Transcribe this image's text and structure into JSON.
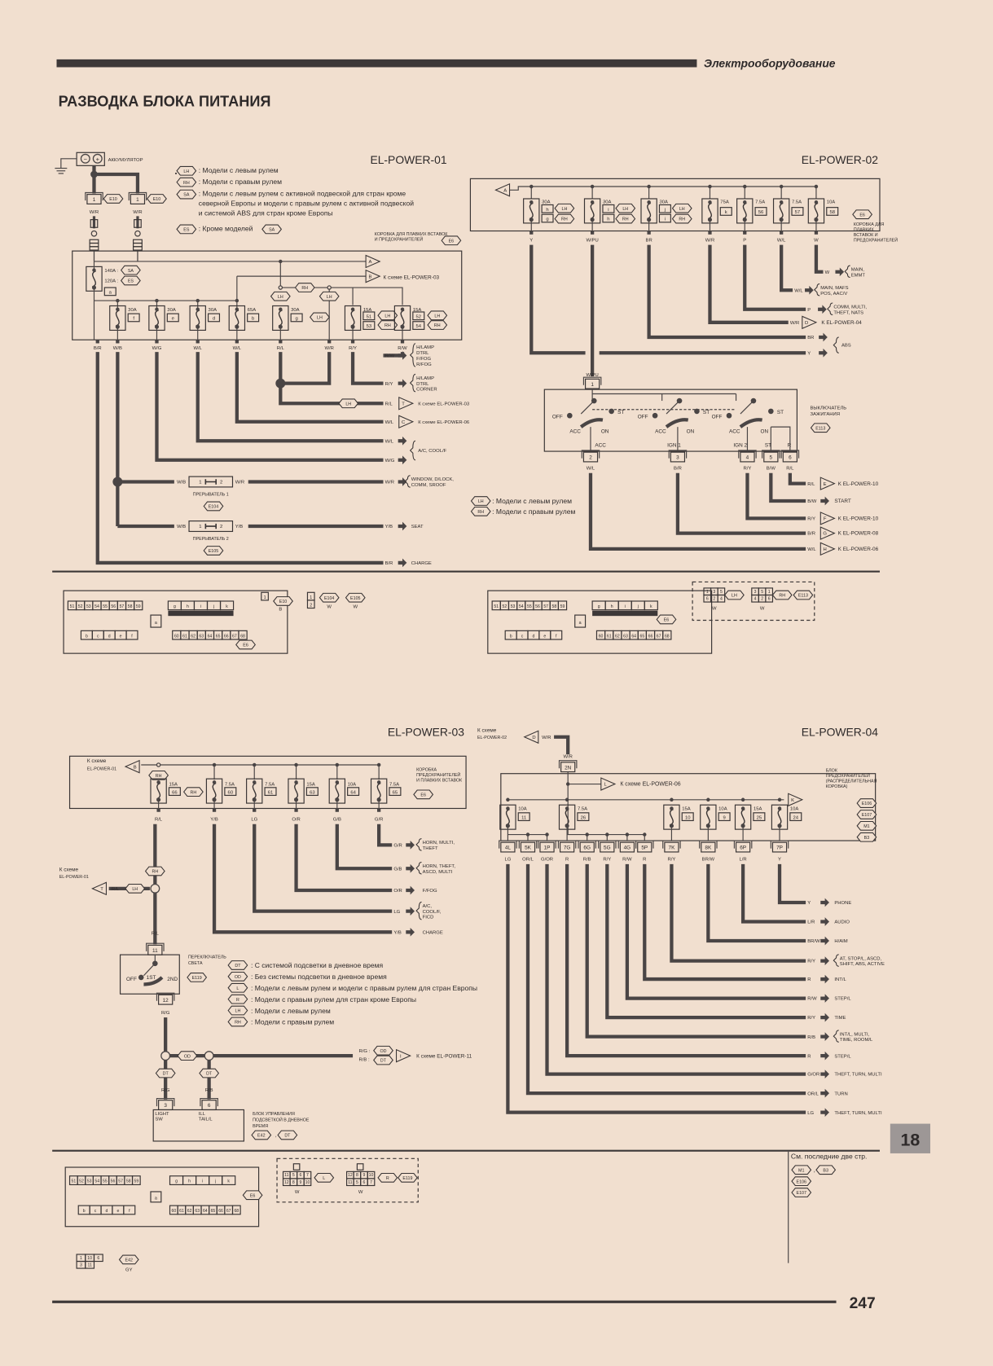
{
  "header": {
    "section": "Электрооборудование",
    "title": "РАЗВОДКА БЛОКА ПИТАНИЯ",
    "page_number": "247",
    "chapter_tab": "18"
  },
  "p01": {
    "title": "EL-POWER-01",
    "battery": "АККУМУЛЯТОР",
    "battery_neg": "−",
    "battery_pos": "+",
    "e10": "E10",
    "pin1": "1",
    "wire_wr": "W/R",
    "legend": [
      {
        "tag": "LH",
        "lines": [
          ": Модели с левым рулем"
        ]
      },
      {
        "tag": "RH",
        "lines": [
          ": Модели с правым рулем"
        ]
      },
      {
        "tag": "SA",
        "lines": [
          ": Модели с левым рулем с активной подвеской для стран кроме",
          "северной Европы и модели с правым рулем с активной подвеской",
          "и системой ABS для стран кроме Европы"
        ]
      },
      {
        "tag": "ES",
        "lines": [
          ": Кроме моделей"
        ],
        "tag2": "SA"
      }
    ],
    "fusebox": [
      "КОРОБКА ДЛЯ ПЛАВКИХ ВСТАВОК",
      "И ПРЕДОХРАНИТЕЛЕЙ"
    ],
    "fusebox_id": "E6",
    "main_fuse": {
      "amp1": "140A :",
      "tag1": "SA",
      "amp2": "120A :",
      "tag2": "ES",
      "id": "a"
    },
    "flag_a": "A",
    "flag_b": "B",
    "to_p03": "К схеме EL-POWER-03",
    "rh": "RH",
    "lh": "LH",
    "fuses": [
      {
        "amp": "30A",
        "id": "f"
      },
      {
        "amp": "30A",
        "id": "e"
      },
      {
        "amp": "30A",
        "id": "d"
      },
      {
        "amp": "65A",
        "id": "b"
      },
      {
        "amp": "30A",
        "id": "g",
        "tag": "LH"
      },
      {
        "amp": "15A",
        "id": "51",
        "id2": "53",
        "tag": "LH",
        "tag2": "RH"
      },
      {
        "amp": "15A",
        "id": "52",
        "id2": "54",
        "tag": "LH",
        "tag2": "RH"
      }
    ],
    "wires": [
      "B/R",
      "W/B",
      "W/G",
      "W/L",
      "W/L",
      "R/L",
      "W/R",
      "R/Y",
      "R/W"
    ],
    "outputs": [
      {
        "wire": "R/W",
        "dest": [
          "H/LAMP",
          "DTRL",
          "F/FOG",
          "R/FOG"
        ]
      },
      {
        "wire": "R/Y",
        "dest": [
          "H/LAMP",
          "DTRL",
          "CORNER"
        ]
      },
      {
        "wire": "R/L",
        "flag": "T",
        "tag": "LH",
        "dest": [
          "К схеме EL-POWER-03"
        ]
      },
      {
        "wire": "W/L",
        "flag": "C",
        "dest": [
          "К схеме EL-POWER-06"
        ]
      },
      {
        "wire": "W/L",
        "dest": [
          "A/C, COOL/F"
        ]
      },
      {
        "wire": "W/G",
        "dest": []
      },
      {
        "wire": "W/R",
        "dest": [
          "WINDOW, D/LOCK,",
          "COMM, SROOF"
        ]
      },
      {
        "wire": "Y/B",
        "dest": [
          "SEAT"
        ]
      },
      {
        "wire": "B/R",
        "dest": [
          "CHARGE"
        ]
      }
    ],
    "breakers": [
      {
        "label": "ПРЕРЫВАТЕЛЬ 1",
        "id": "E104",
        "in": "W/B",
        "out": "W/R",
        "p1": "1",
        "p2": "2"
      },
      {
        "label": "ПРЕРЫВАТЕЛЬ 2",
        "id": "E105",
        "in": "W/B",
        "out": "Y/B",
        "p1": "1",
        "p2": "2"
      }
    ]
  },
  "p02": {
    "title": "EL-POWER-02",
    "flag_a": "A",
    "fuses": [
      {
        "amp": "30A",
        "id": "h",
        "id2": "g",
        "tag": "LH",
        "tag2": "RH"
      },
      {
        "amp": "30A",
        "id": "i",
        "id2": "h",
        "tag": "LH",
        "tag2": "RH"
      },
      {
        "amp": "30A",
        "id": "j",
        "id2": "i",
        "tag": "LH",
        "tag2": "RH"
      },
      {
        "amp": "75A",
        "id": "k"
      },
      {
        "amp": "7.5A",
        "id": "56"
      },
      {
        "amp": "7.5A",
        "id": "57"
      },
      {
        "amp": "10A",
        "id": "58"
      }
    ],
    "fusebox_id": "E6",
    "fusebox": [
      "КОРОБКА ДЛЯ",
      "ПЛАВКИХ",
      "ВСТАВОК И",
      "ПРЕДОХРАНИТЕЛЕЙ"
    ],
    "wires": [
      "Y",
      "W/PU",
      "BR",
      "W/R",
      "P",
      "W/L",
      "W"
    ],
    "outputs": [
      {
        "wire": "W",
        "dest": [
          "MAIN,",
          "EMMT"
        ]
      },
      {
        "wire": "W/L",
        "dest": [
          "MAIN, MAFS",
          "POS, AAC/V"
        ]
      },
      {
        "wire": "P",
        "dest": [
          "COMM, MULTI,",
          "THEFT, NATS"
        ]
      },
      {
        "wire": "W/R",
        "flag": "D",
        "dest": [
          "K EL-POWER-04"
        ]
      },
      {
        "wire": "BR",
        "dest": [
          "ABS"
        ]
      },
      {
        "wire": "Y",
        "dest": []
      }
    ],
    "switch": {
      "label": [
        "ВЫКЛЮЧАТЕЛЬ",
        "ЗАЖИГАНИЯ"
      ],
      "id": "E113",
      "in_pin": "1",
      "in_wire": "W/PU",
      "positions": [
        "OFF",
        "ACC",
        "ON",
        "ST"
      ],
      "terminals": [
        "ACC",
        "IGN 1",
        "IGN 2",
        "ST",
        "R"
      ],
      "pins": [
        "2",
        "3",
        "4",
        "5",
        "6"
      ],
      "pin_wires": [
        "W/L",
        "B/R",
        "R/Y",
        "B/W",
        "R/L"
      ]
    },
    "sw_outputs": [
      {
        "wire": "R/L",
        "flag": "E",
        "dest": "K EL-POWER-10"
      },
      {
        "wire": "B/W",
        "dest": "START"
      },
      {
        "wire": "R/Y",
        "flag": "F",
        "dest": "K EL-POWER-10"
      },
      {
        "wire": "B/R",
        "flag": "G",
        "dest": "K EL-POWER-08"
      },
      {
        "wire": "W/L",
        "flag": "H",
        "dest": "K EL-POWER-06"
      }
    ],
    "legend": [
      {
        "tag": "LH",
        "text": ": Модели с левым рулем"
      },
      {
        "tag": "RH",
        "text": ": Модели с правым рулем"
      }
    ]
  },
  "conn_top": {
    "e6_row_top": [
      "51",
      "52",
      "53",
      "54",
      "55",
      "56",
      "57",
      "58",
      "59"
    ],
    "e6_letters_top": [
      "g",
      "h",
      "i",
      "j",
      "k"
    ],
    "e6_center": "a",
    "e6_letters_bottom": [
      "b",
      "c",
      "d",
      "e",
      "f"
    ],
    "e6_row_bottom": [
      "60",
      "61",
      "62",
      "63",
      "64",
      "65",
      "66",
      "67",
      "68"
    ],
    "e6_id": "E6",
    "e10": {
      "pin": "1",
      "id": "E10",
      "color": "B"
    },
    "e104": {
      "pin": "1",
      "id": "E104",
      "color": "W"
    },
    "e105": {
      "pin": "2",
      "id": "E105",
      "color": "W"
    },
    "e113": {
      "lh_top": [
        "1",
        "3",
        "5"
      ],
      "lh_bottom": [
        "6",
        "2",
        "4"
      ],
      "rh_top": [
        "3",
        "5",
        "1"
      ],
      "rh_bottom": [
        "4",
        "2",
        "6"
      ],
      "color": "W",
      "lh": "LH",
      "rh": "RH",
      "id": "E113"
    }
  },
  "p03": {
    "title": "EL-POWER-03",
    "to_p01": [
      "К схеме",
      "EL-POWER-01"
    ],
    "flag_b": "B",
    "rh": "RH",
    "lh": "LH",
    "fuses": [
      {
        "amp": "15A",
        "id": "66",
        "tag": "RH"
      },
      {
        "amp": "7.5A",
        "id": "60"
      },
      {
        "amp": "7.5A",
        "id": "61"
      },
      {
        "amp": "15A",
        "id": "63"
      },
      {
        "amp": "10A",
        "id": "64"
      },
      {
        "amp": "7.5A",
        "id": "65"
      }
    ],
    "fusebox": [
      "КОРОБКА",
      "ПРЕДОХРАНИТЕЛЕЙ",
      "И ПЛАВКИХ ВСТАВОК"
    ],
    "fusebox_id": "E6",
    "wires": [
      "R/L",
      "Y/B",
      "LG",
      "O/R",
      "G/B",
      "G/R"
    ],
    "outputs": [
      {
        "wire": "G/R",
        "dest": [
          "HORN, MULTI,",
          "THEFT"
        ]
      },
      {
        "wire": "G/B",
        "dest": [
          "HORN, THEFT,",
          "ASCD, MULTI"
        ]
      },
      {
        "wire": "O/R",
        "dest": [
          "F/FOG"
        ]
      },
      {
        "wire": "LG",
        "dest": [
          "A/C,",
          "COOL/F,",
          "FICD"
        ]
      },
      {
        "wire": "Y/B",
        "dest": [
          "CHARGE"
        ]
      }
    ],
    "branch": {
      "to": [
        "К схеме",
        "EL-POWER-01"
      ],
      "flag": "T",
      "wire": "R/L",
      "tag": "LH"
    },
    "light_switch": {
      "label": [
        "ПЕРЕКЛЮЧАТЕЛЬ",
        "СВЕТА"
      ],
      "id": "E119",
      "pin_in": "11",
      "pin_out": "12",
      "positions": [
        "OFF",
        "1ST",
        "2ND"
      ],
      "wire_out": "R/G"
    },
    "legend": [
      {
        "tag": "DT",
        "text": ": С системой подсветки в дневное время"
      },
      {
        "tag": "OD",
        "text": ": Без системы подсветки в дневное время"
      },
      {
        "tag": "L",
        "text": ": Модели с левым рулем и модели с правым рулем для стран Европы"
      },
      {
        "tag": "R",
        "text": ": Модели с правым рулем для стран кроме Европы"
      },
      {
        "tag": "LH",
        "text": ": Модели с левым рулем"
      },
      {
        "tag": "RH",
        "text": ": Модели с правым рулем"
      }
    ],
    "od": "OD",
    "dt": "DT",
    "to_p11": {
      "line1": "R/G :",
      "line2": "R/B :",
      "tag1": "OD",
      "tag2": "DT",
      "flag": "I",
      "dest": "К схеме EL-POWER-11"
    },
    "module": {
      "pins": [
        "3",
        "6"
      ],
      "wires": [
        "R/G",
        "R/B"
      ],
      "terms": [
        [
          "LIGHT",
          "SW"
        ],
        [
          "ILL",
          "TAIL/L"
        ]
      ],
      "label": [
        "БЛОК УПРАВЛЕНИЯ",
        "ПОДСВЕТКОЙ В ДНЕВНОЕ",
        "ВРЕМЯ"
      ],
      "id": "E42",
      "tag": "DT"
    }
  },
  "conn_bottom": {
    "e119": {
      "top_pin": "",
      "l_top": [
        "11",
        "5",
        "6",
        "7"
      ],
      "l_bottom": [
        "12",
        "8",
        "9",
        "10"
      ],
      "r_top": [
        "12",
        "8",
        "9",
        "10"
      ],
      "r_bottom": [
        "11",
        "5",
        "6",
        "7"
      ],
      "color": "W",
      "l": "L",
      "r": "R",
      "id": "E119"
    },
    "e42": {
      "top": [
        "1",
        "10",
        "6"
      ],
      "bottom": [
        "3",
        "11"
      ],
      "id": "E42",
      "color": "GY"
    }
  },
  "p04": {
    "title": "EL-POWER-04",
    "from_p02": [
      "К схеме",
      "EL-POWER-02"
    ],
    "flag_d": "D",
    "in_wire": "W/R",
    "in_pin": "2N",
    "to_p06": "К схеме EL-POWER-06",
    "flag_l": "L",
    "flag_k": "K",
    "fusebox": [
      "БЛОК",
      "ПРЕДОХРАНИТЕЛЕЙ",
      "(РАСПРЕДЕЛИТЕЛЬНАЯ",
      "КОРОБКА)"
    ],
    "fusebox_ids": [
      "E106",
      "E107",
      "M1",
      "B3"
    ],
    "fuses": [
      {
        "amp": "10A",
        "id": "11"
      },
      {
        "amp": "7.5A",
        "id": "26"
      },
      {
        "amp": "15A",
        "id": "10"
      },
      {
        "amp": "10A",
        "id": "9"
      },
      {
        "amp": "15A",
        "id": "25"
      },
      {
        "amp": "10A",
        "id": "24"
      }
    ],
    "columns": [
      {
        "pin": "4L",
        "wire": "LG"
      },
      {
        "pin": "5K",
        "wire": "OR/L"
      },
      {
        "pin": "1P",
        "wire": "G/OR"
      },
      {
        "pin": "7G",
        "wire": "R"
      },
      {
        "pin": "6G",
        "wire": "R/B"
      },
      {
        "pin": "5G",
        "wire": "R/Y"
      },
      {
        "pin": "4G",
        "wire": "R/W"
      },
      {
        "pin": "5P",
        "wire": "R"
      },
      {
        "pin": "7K",
        "wire": "R/Y"
      },
      {
        "pin": "8K",
        "wire": "BR/W"
      },
      {
        "pin": "6P",
        "wire": "L/R"
      },
      {
        "pin": "7P",
        "wire": "Y"
      }
    ],
    "outputs": [
      {
        "wire": "Y",
        "dest": [
          "PHONE"
        ]
      },
      {
        "wire": "L/R",
        "dest": [
          "AUDIO"
        ]
      },
      {
        "wire": "BR/W",
        "dest": [
          "H/AIM"
        ]
      },
      {
        "wire": "R/Y",
        "dest": [
          "AT, STOP/L, ASCD,",
          "SHIFT, ABS, ACTIVE"
        ]
      },
      {
        "wire": "R",
        "dest": [
          "INT/L"
        ]
      },
      {
        "wire": "R/W",
        "dest": [
          "STEP/L"
        ]
      },
      {
        "wire": "R/Y",
        "dest": [
          "TIME"
        ]
      },
      {
        "wire": "R/B",
        "dest": [
          "INT/L, MULTI,",
          "TIME, ROOM/L"
        ]
      },
      {
        "wire": "R",
        "dest": [
          "STEP/L"
        ]
      },
      {
        "wire": "G/OR",
        "dest": [
          "THEFT, TURN, MULTI"
        ]
      },
      {
        "wire": "OR/L",
        "dest": [
          "TURN"
        ]
      },
      {
        "wire": "LG",
        "dest": [
          "THEFT, TURN, MULTI"
        ]
      }
    ]
  },
  "see_also": {
    "text": "См. последние две стр.",
    "ids": [
      "M1",
      "B3",
      "E106",
      "E107"
    ],
    "sep": ","
  }
}
